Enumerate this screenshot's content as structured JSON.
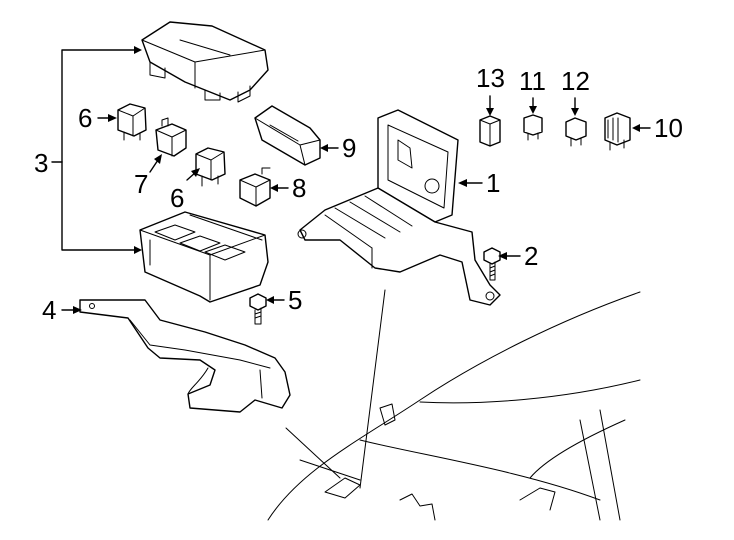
{
  "callouts": {
    "c1": "1",
    "c2": "2",
    "c3": "3",
    "c4": "4",
    "c5": "5",
    "c6a": "6",
    "c6b": "6",
    "c7": "7",
    "c8": "8",
    "c9": "9",
    "c10": "10",
    "c11": "11",
    "c12": "12",
    "c13": "13"
  },
  "colors": {
    "line": "#000000",
    "background": "#ffffff"
  }
}
